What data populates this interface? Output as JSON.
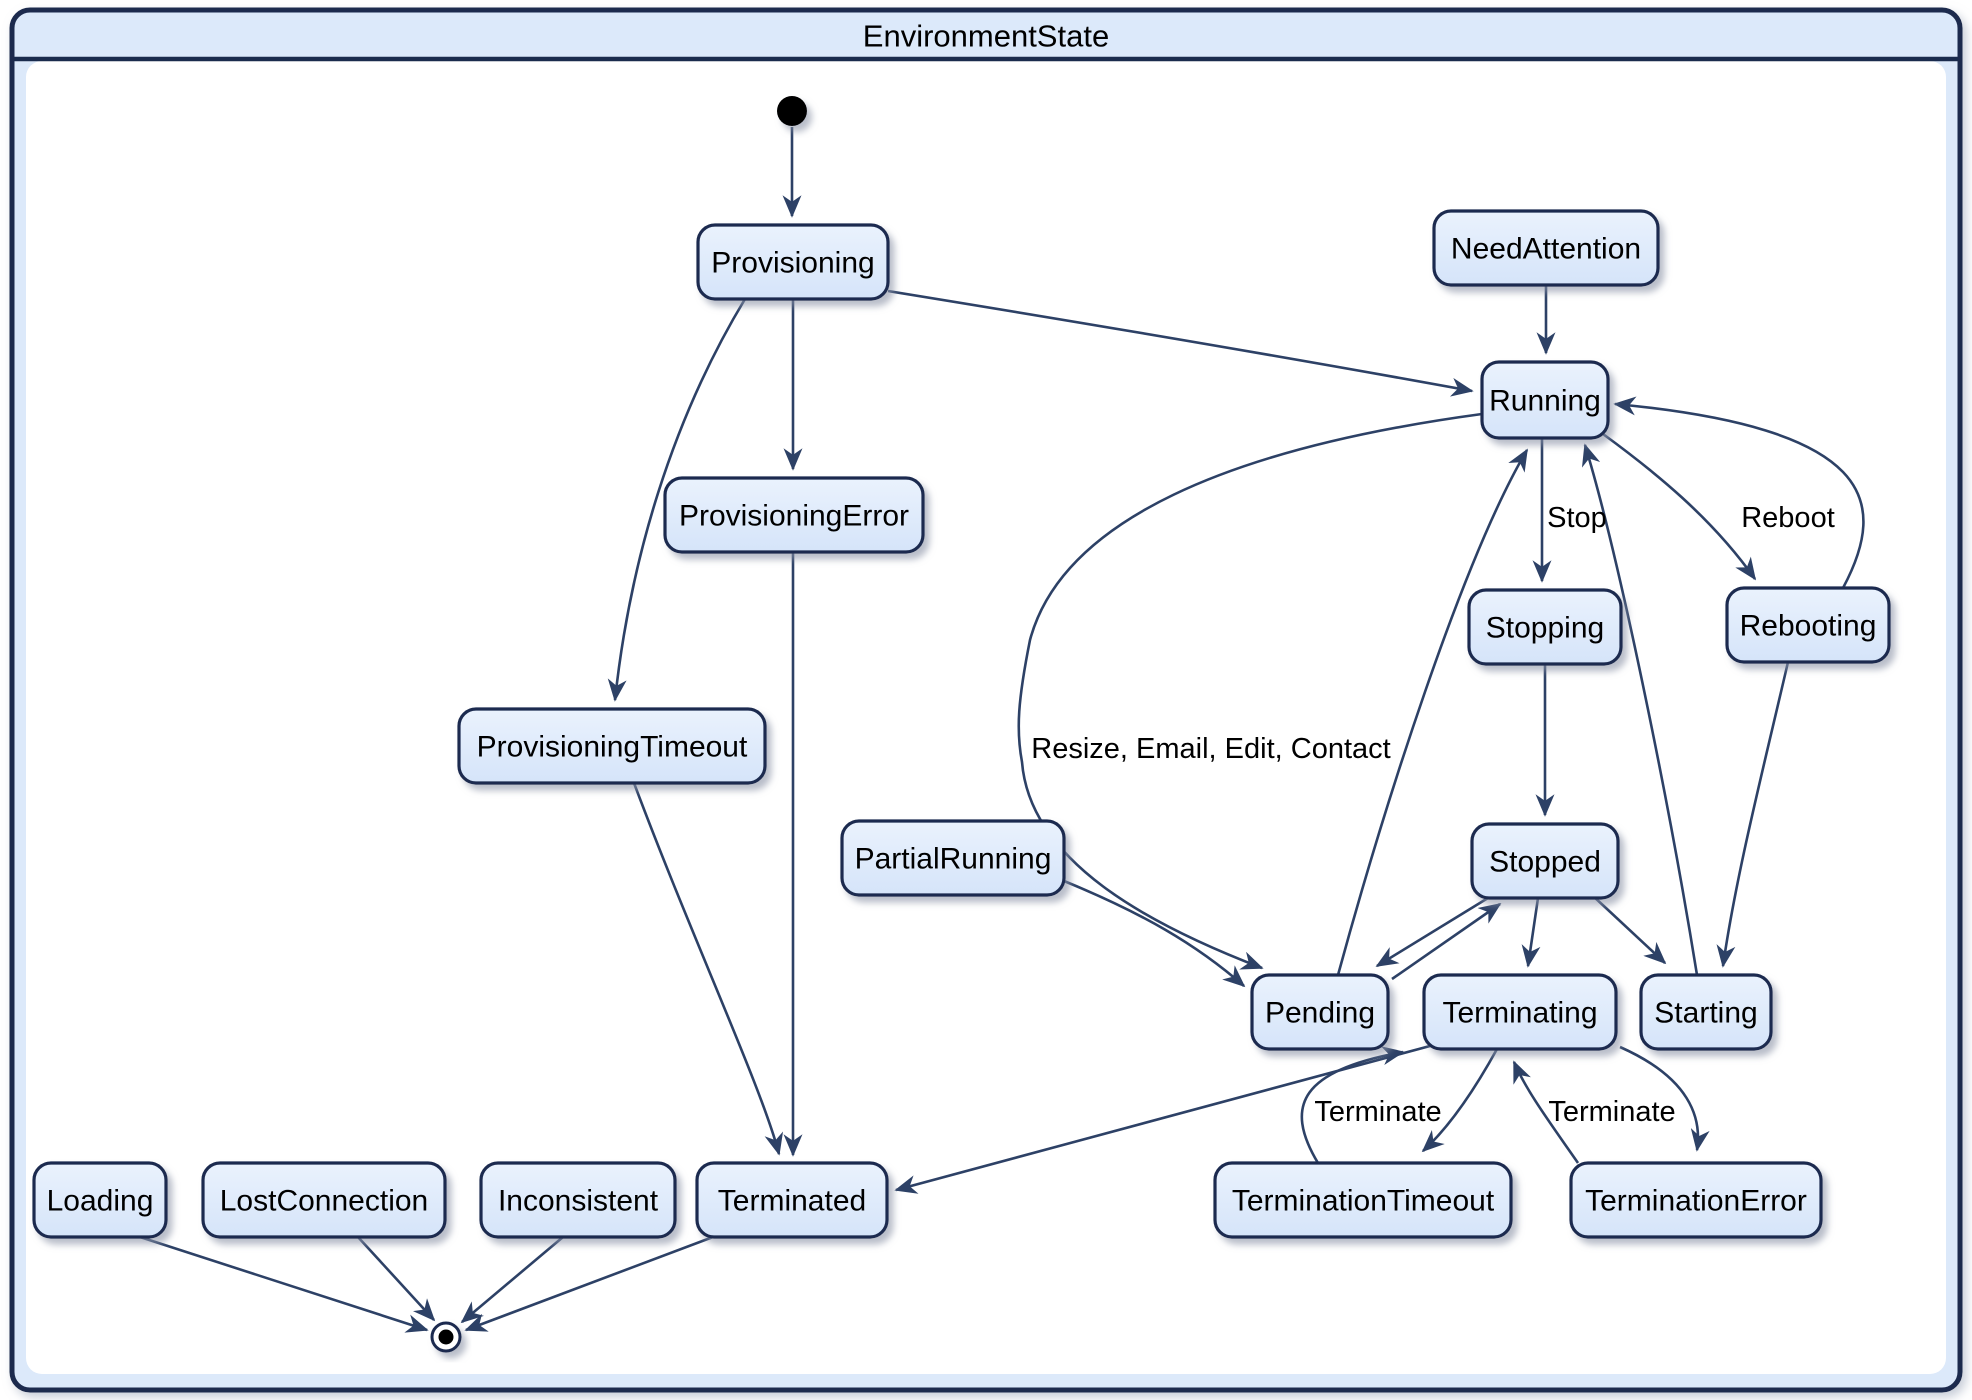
{
  "diagram": {
    "title": "EnvironmentState",
    "type": "uml-state-machine",
    "nodes": [
      {
        "id": "provisioning",
        "label": "Provisioning"
      },
      {
        "id": "needAttention",
        "label": "NeedAttention"
      },
      {
        "id": "running",
        "label": "Running"
      },
      {
        "id": "provisioningError",
        "label": "ProvisioningError"
      },
      {
        "id": "stopping",
        "label": "Stopping"
      },
      {
        "id": "rebooting",
        "label": "Rebooting"
      },
      {
        "id": "provisioningTimeout",
        "label": "ProvisioningTimeout"
      },
      {
        "id": "partialRunning",
        "label": "PartialRunning"
      },
      {
        "id": "stopped",
        "label": "Stopped"
      },
      {
        "id": "pending",
        "label": "Pending"
      },
      {
        "id": "terminating",
        "label": "Terminating"
      },
      {
        "id": "starting",
        "label": "Starting"
      },
      {
        "id": "loading",
        "label": "Loading"
      },
      {
        "id": "lostConnection",
        "label": "LostConnection"
      },
      {
        "id": "inconsistent",
        "label": "Inconsistent"
      },
      {
        "id": "terminated",
        "label": "Terminated"
      },
      {
        "id": "terminationTimeout",
        "label": "TerminationTimeout"
      },
      {
        "id": "terminationError",
        "label": "TerminationError"
      }
    ],
    "pseudostates": [
      {
        "id": "initial",
        "kind": "initial-state"
      },
      {
        "id": "final",
        "kind": "final-state"
      }
    ],
    "edges": [
      {
        "from": "initial",
        "to": "provisioning",
        "label": ""
      },
      {
        "from": "provisioning",
        "to": "running",
        "label": ""
      },
      {
        "from": "provisioning",
        "to": "provisioningError",
        "label": ""
      },
      {
        "from": "provisioning",
        "to": "provisioningTimeout",
        "label": ""
      },
      {
        "from": "needAttention",
        "to": "running",
        "label": ""
      },
      {
        "from": "running",
        "to": "stopping",
        "label": "Stop"
      },
      {
        "from": "running",
        "to": "rebooting",
        "label": "Reboot"
      },
      {
        "from": "rebooting",
        "to": "running",
        "label": ""
      },
      {
        "from": "rebooting",
        "to": "starting",
        "label": ""
      },
      {
        "from": "starting",
        "to": "running",
        "label": ""
      },
      {
        "from": "stopping",
        "to": "stopped",
        "label": ""
      },
      {
        "from": "stopped",
        "to": "pending",
        "label": ""
      },
      {
        "from": "pending",
        "to": "stopped",
        "label": ""
      },
      {
        "from": "stopped",
        "to": "terminating",
        "label": ""
      },
      {
        "from": "stopped",
        "to": "starting",
        "label": ""
      },
      {
        "from": "pending",
        "to": "running",
        "label": ""
      },
      {
        "from": "running",
        "to": "pending",
        "label": "Resize, Email, Edit, Contact"
      },
      {
        "from": "partialRunning",
        "to": "pending",
        "label": ""
      },
      {
        "from": "provisioningError",
        "to": "terminated",
        "label": ""
      },
      {
        "from": "provisioningTimeout",
        "to": "terminated",
        "label": ""
      },
      {
        "from": "terminating",
        "to": "terminated",
        "label": ""
      },
      {
        "from": "terminationTimeout",
        "to": "terminating",
        "label": "Terminate"
      },
      {
        "from": "terminating",
        "to": "terminationTimeout",
        "label": ""
      },
      {
        "from": "terminating",
        "to": "terminationError",
        "label": ""
      },
      {
        "from": "terminationError",
        "to": "terminating",
        "label": "Terminate"
      },
      {
        "from": "loading",
        "to": "final",
        "label": ""
      },
      {
        "from": "lostConnection",
        "to": "final",
        "label": ""
      },
      {
        "from": "inconsistent",
        "to": "final",
        "label": ""
      },
      {
        "from": "terminated",
        "to": "final",
        "label": ""
      }
    ],
    "colors": {
      "node_fill": "#dbe8fb",
      "node_border": "#1b2c50",
      "edge": "#2d4166",
      "title_bar_fill": "#dce9fa",
      "frame_border": "#1a2b4d",
      "canvas": "#ffffff",
      "text": "#000000"
    }
  }
}
